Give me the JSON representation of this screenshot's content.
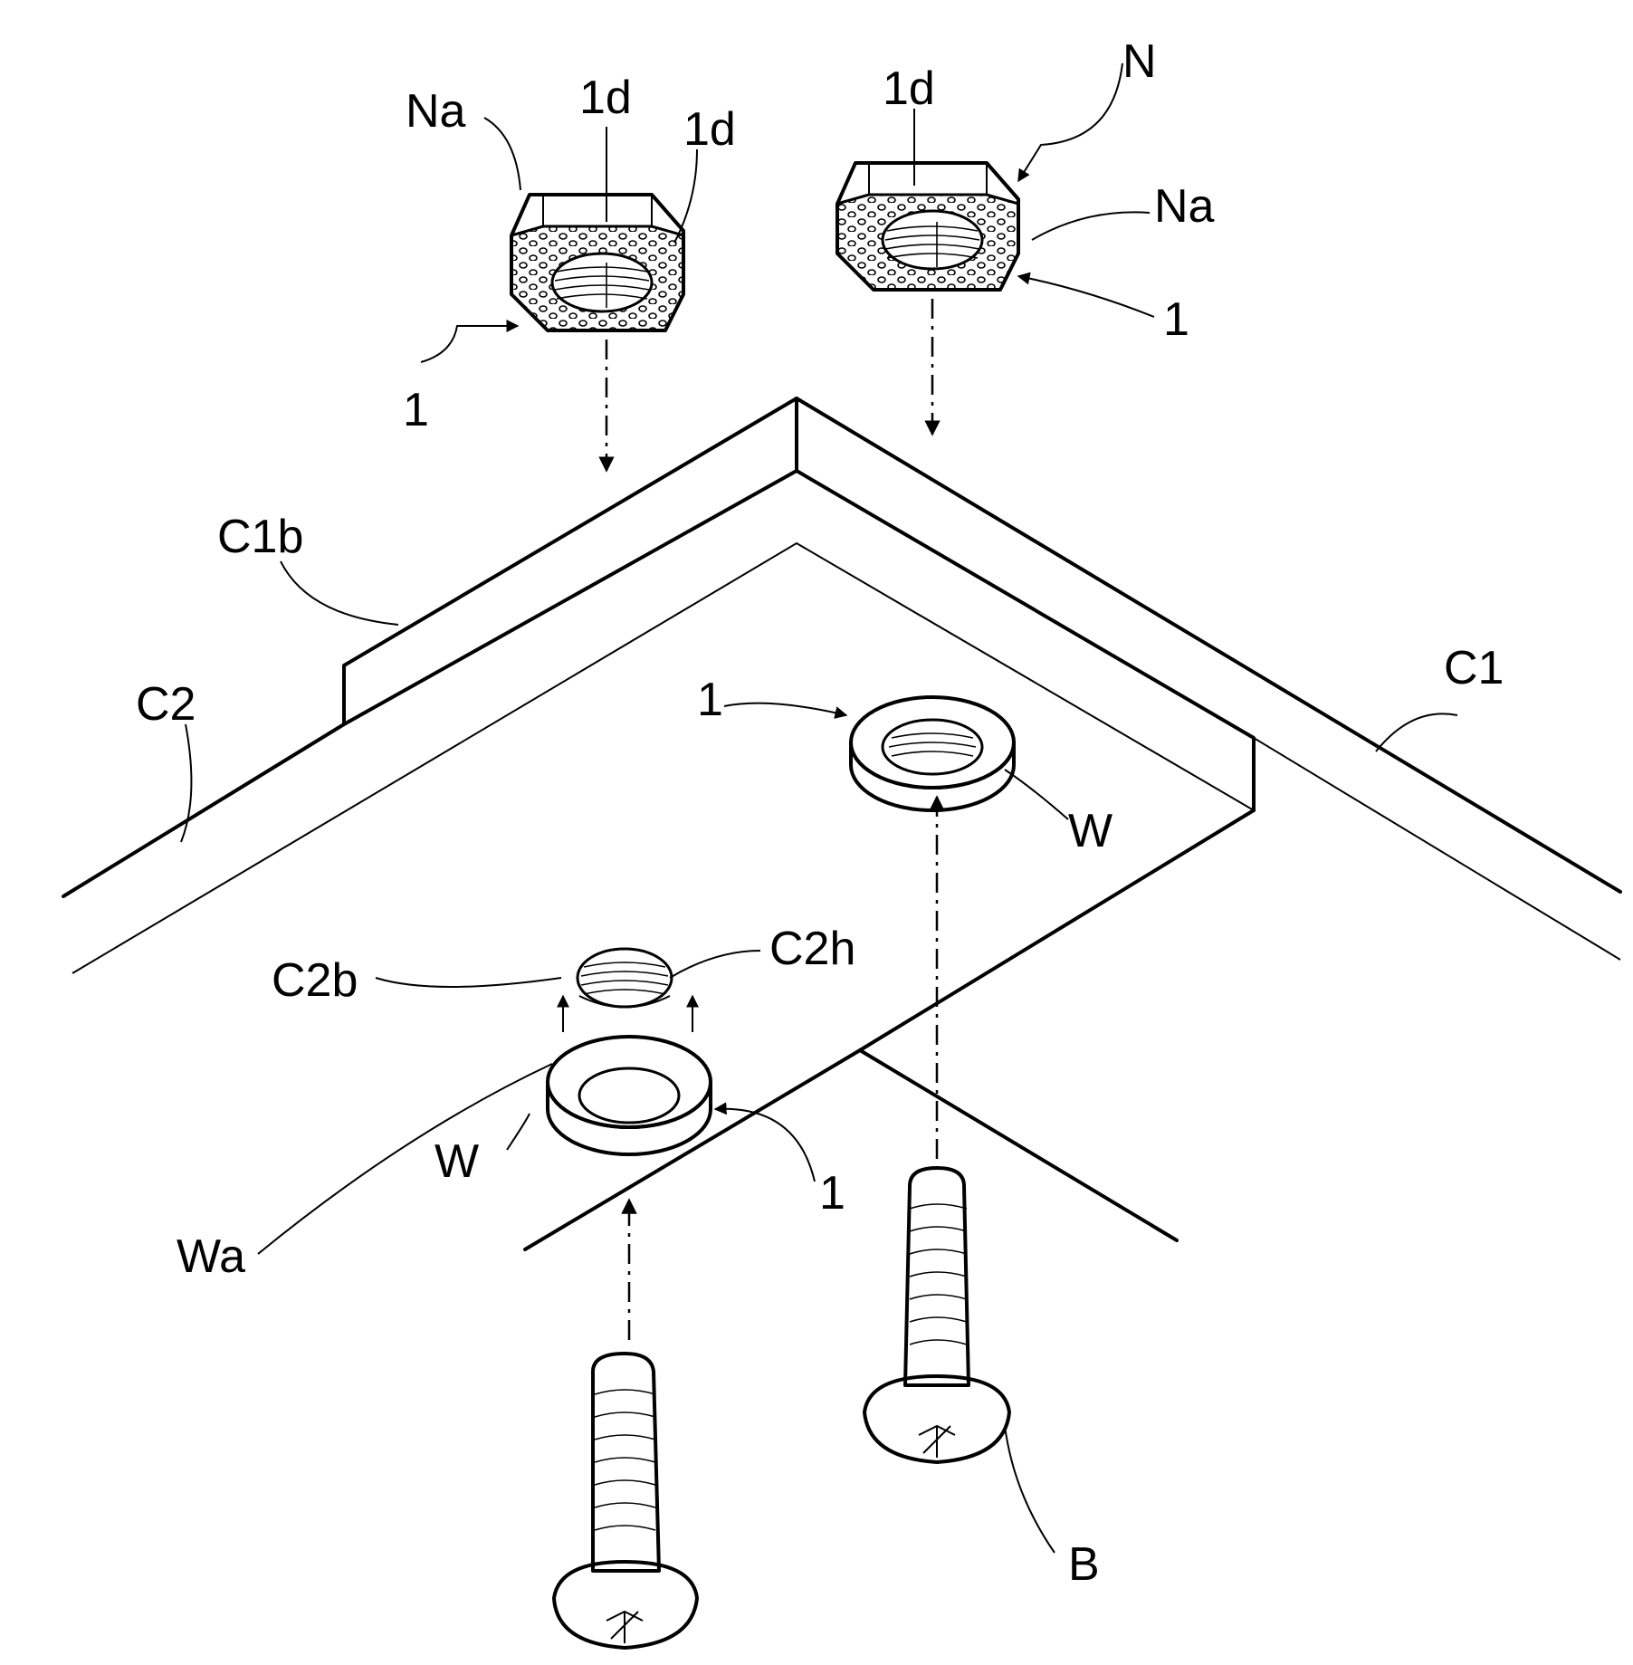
{
  "labels": {
    "N": "N",
    "Na_left": "Na",
    "Na_right": "Na",
    "d1_left_a": "1d",
    "d1_left_b": "1d",
    "d1_right": "1d",
    "one_nut_left": "1",
    "one_nut_right": "1",
    "one_washer_upper": "1",
    "one_washer_lower": "1",
    "C1b": "C1b",
    "C1": "C1",
    "C2": "C2",
    "C2b": "C2b",
    "C2h": "C2h",
    "W_upper": "W",
    "W_lower": "W",
    "Wa": "Wa",
    "B": "B"
  }
}
